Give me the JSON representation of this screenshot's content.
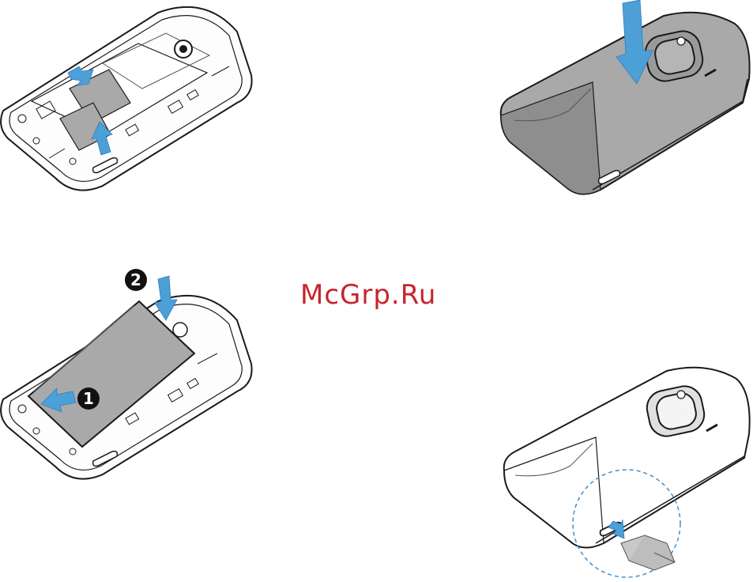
{
  "watermark": {
    "text": "McGrp.Ru"
  },
  "steps": {
    "battery_slide": "1",
    "battery_press": "2"
  },
  "colors": {
    "arrow": "#4d9fd8",
    "arrow_dark": "#2f7fbf",
    "outline": "#1a1a1a",
    "cover_gray": "#a9a9a9",
    "cover_dark": "#8e8e8e",
    "watermark": "#c8242b",
    "callout_circle": "#3a8fd0"
  },
  "illustrations": [
    {
      "name": "insert-sim-cards",
      "icon": "phone-open-back-icon"
    },
    {
      "name": "replace-back-cover",
      "icon": "phone-back-cover-icon"
    },
    {
      "name": "insert-battery",
      "icon": "phone-battery-icon"
    },
    {
      "name": "connect-charger",
      "icon": "phone-charger-port-icon"
    }
  ]
}
